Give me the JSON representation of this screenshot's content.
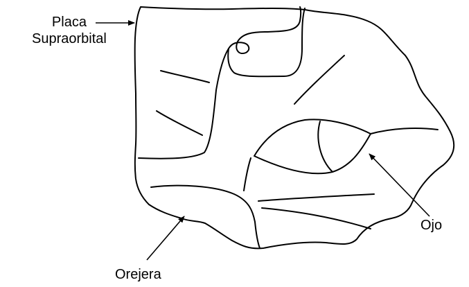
{
  "labels": {
    "placa_line1": "Placa",
    "placa_line2": "Supraorbital",
    "ojo": "Ojo",
    "orejera": "Orejera"
  },
  "colors": {
    "ink": "#000000",
    "background": "#ffffff"
  }
}
